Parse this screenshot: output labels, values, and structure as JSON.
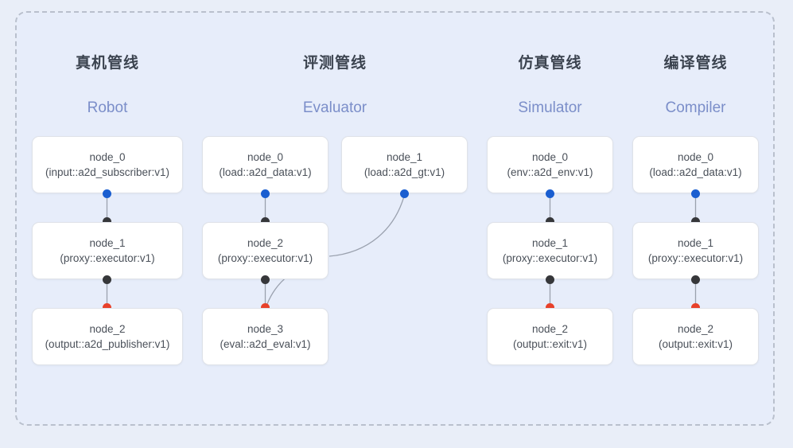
{
  "frame": {
    "border_color": "#b9c0cd",
    "panel_color": "#e7edfa",
    "page_background": "#e9eef8"
  },
  "palette": {
    "dot_blue": "#1a5ed0",
    "dot_black": "#36373a",
    "dot_red": "#e8412a",
    "title_color": "#3c4450",
    "subtitle_color": "#7b8ec9",
    "node_text": "#4a5059",
    "node_border": "#dfe2e8",
    "edge_color": "#9aa1ae"
  },
  "columns": [
    {
      "title": "真机管线",
      "subtitle": "Robot",
      "nodes": [
        {
          "name": "node_0",
          "type": "(input::a2d_subscriber:v1)"
        },
        {
          "name": "node_1",
          "type": "(proxy::executor:v1)"
        },
        {
          "name": "node_2",
          "type": "(output::a2d_publisher:v1)"
        }
      ]
    },
    {
      "title": "评测管线",
      "subtitle": "Evaluator",
      "nodes": [
        {
          "name": "node_0",
          "type": "(load::a2d_data:v1)"
        },
        {
          "name": "node_1",
          "type": "(load::a2d_gt:v1)"
        },
        {
          "name": "node_2",
          "type": "(proxy::executor:v1)"
        },
        {
          "name": "node_3",
          "type": "(eval::a2d_eval:v1)"
        }
      ]
    },
    {
      "title": "仿真管线",
      "subtitle": "Simulator",
      "nodes": [
        {
          "name": "node_0",
          "type": "(env::a2d_env:v1)"
        },
        {
          "name": "node_1",
          "type": "(proxy::executor:v1)"
        },
        {
          "name": "node_2",
          "type": "(output::exit:v1)"
        }
      ]
    },
    {
      "title": "编译管线",
      "subtitle": "Compiler",
      "nodes": [
        {
          "name": "node_0",
          "type": "(load::a2d_data:v1)"
        },
        {
          "name": "node_1",
          "type": "(proxy::executor:v1)"
        },
        {
          "name": "node_2",
          "type": "(output::exit:v1)"
        }
      ]
    }
  ]
}
